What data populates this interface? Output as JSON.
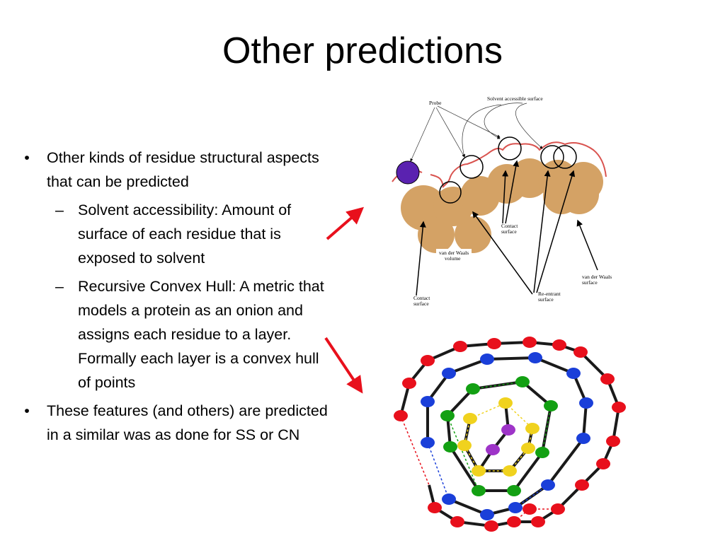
{
  "slide": {
    "title": "Other predictions",
    "bullets": [
      {
        "marker": "•",
        "text": "Other kinds of residue structural aspects that can be predicted"
      },
      {
        "marker": "–",
        "text": "Solvent accessibility: Amount of surface of each residue that is exposed to solvent"
      },
      {
        "marker": "–",
        "text": "Recursive Convex Hull: A metric that models a protein as an onion  and assigns each residue to a layer. Formally each layer is a convex hull of points"
      },
      {
        "marker": "•",
        "text": "These features (and others) are predicted in a similar was as done for SS or CN"
      }
    ]
  },
  "figure1": {
    "labels": {
      "probe": "Probe",
      "solvent_surface": "Solvent accessible surface",
      "vdw_volume_1": "van der Waals",
      "vdw_volume_2": "volume",
      "contact_surface_mid_1": "Contact",
      "contact_surface_mid_2": "surface",
      "contact_surface_low_1": "Contact",
      "contact_surface_low_2": "surface",
      "reentrant_1": "Re-entrant",
      "reentrant_2": "surface",
      "vdw_surface_1": "van der Waals",
      "vdw_surface_2": "surface"
    },
    "colors": {
      "atom": "#d4a265",
      "surface": "#d9534f",
      "probe_fill": "#5a22b0"
    }
  },
  "figure2": {
    "colors": {
      "outer": "#e8101c",
      "second": "#1a3fd9",
      "third": "#13a013",
      "fourth": "#f0d21e",
      "core": "#9e34c8"
    }
  },
  "arrows": {
    "color": "#e8101c"
  }
}
